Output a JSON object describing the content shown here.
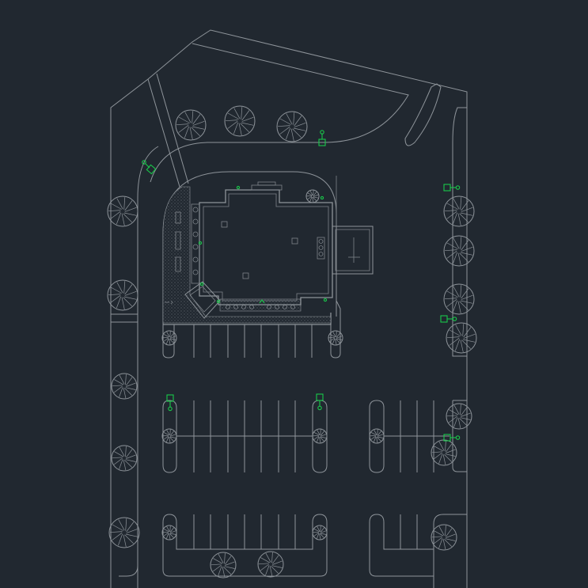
{
  "drawing": {
    "type": "site plan",
    "background_color": "#212830",
    "linework_color": "#8e949a",
    "fixture_color": "#19c84a"
  },
  "legend_symbols": {
    "tree": "tree-symbol",
    "light_pole": "light-pole-symbol"
  }
}
